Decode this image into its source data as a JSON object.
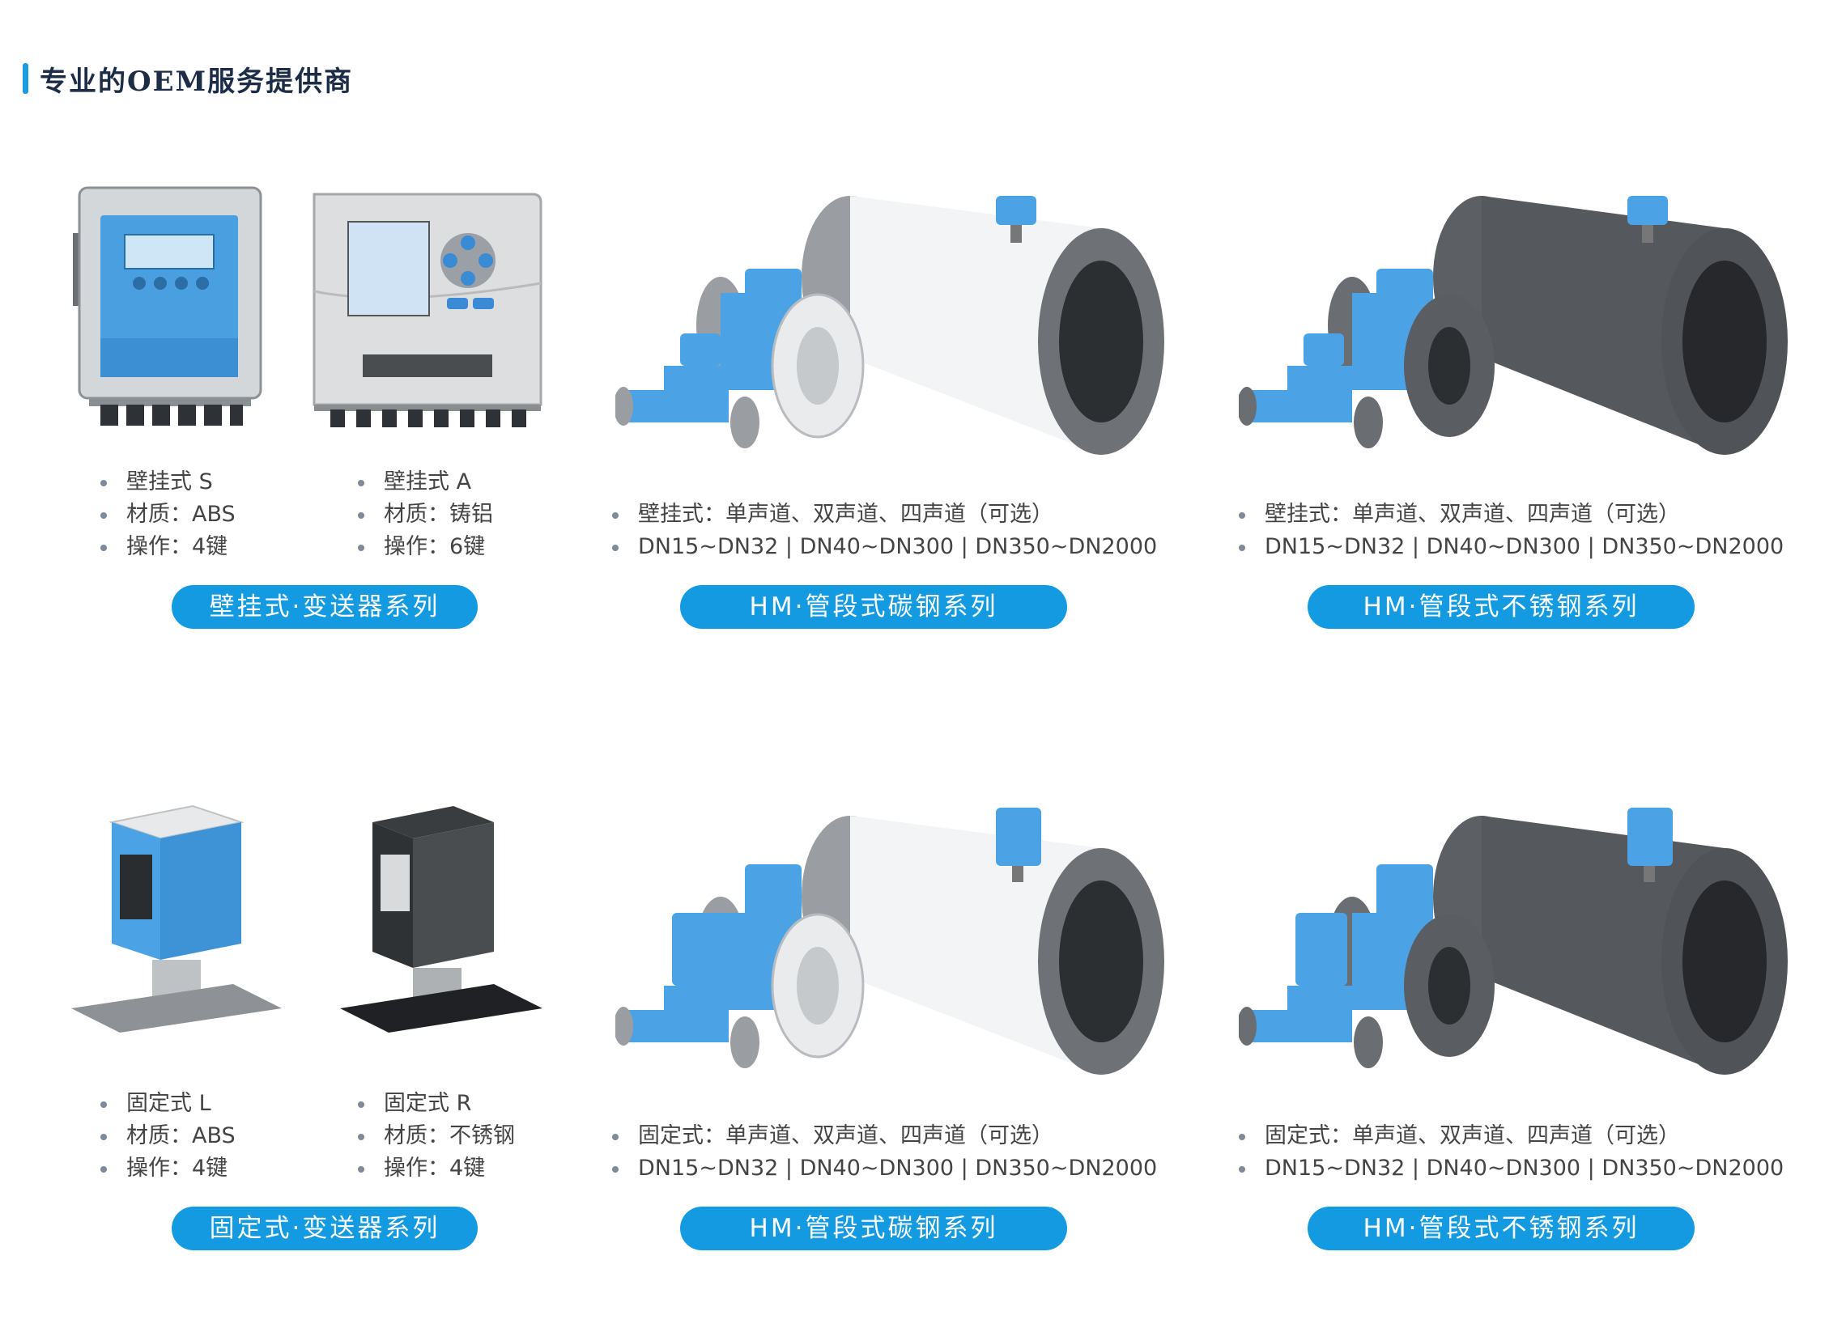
{
  "page_title": "专业的OEM服务提供商",
  "colors": {
    "accent": "#149ae0",
    "meter_blue": "#4ba3e6",
    "heading": "#1d2d48"
  },
  "row1": {
    "col1": {
      "specs": [
        "壁挂式 S",
        "材质：ABS",
        "操作：4键"
      ]
    },
    "col2": {
      "specs": [
        "壁挂式 A",
        "材质：铸铝",
        "操作：6键"
      ]
    },
    "col12_pill": "壁挂式·变送器系列",
    "col3": {
      "specs": [
        "壁挂式：单声道、双声道、四声道（可选）",
        "DN15~DN32 | DN40~DN300 | DN350~DN2000"
      ],
      "pill": "HM·管段式碳钢系列"
    },
    "col4": {
      "specs": [
        "壁挂式：单声道、双声道、四声道（可选）",
        "DN15~DN32 | DN40~DN300 | DN350~DN2000"
      ],
      "pill": "HM·管段式不锈钢系列"
    }
  },
  "row2": {
    "col1": {
      "specs": [
        "固定式 L",
        "材质：ABS",
        "操作：4键"
      ]
    },
    "col2": {
      "specs": [
        "固定式 R",
        "材质：不锈钢",
        "操作：4键"
      ]
    },
    "col12_pill": "固定式·变送器系列",
    "col3": {
      "specs": [
        "固定式：单声道、双声道、四声道（可选）",
        "DN15~DN32 | DN40~DN300 | DN350~DN2000"
      ],
      "pill": "HM·管段式碳钢系列"
    },
    "col4": {
      "specs": [
        "固定式：单声道、双声道、四声道（可选）",
        "DN15~DN32 | DN40~DN300 | DN350~DN2000"
      ],
      "pill": "HM·管段式不锈钢系列"
    }
  }
}
